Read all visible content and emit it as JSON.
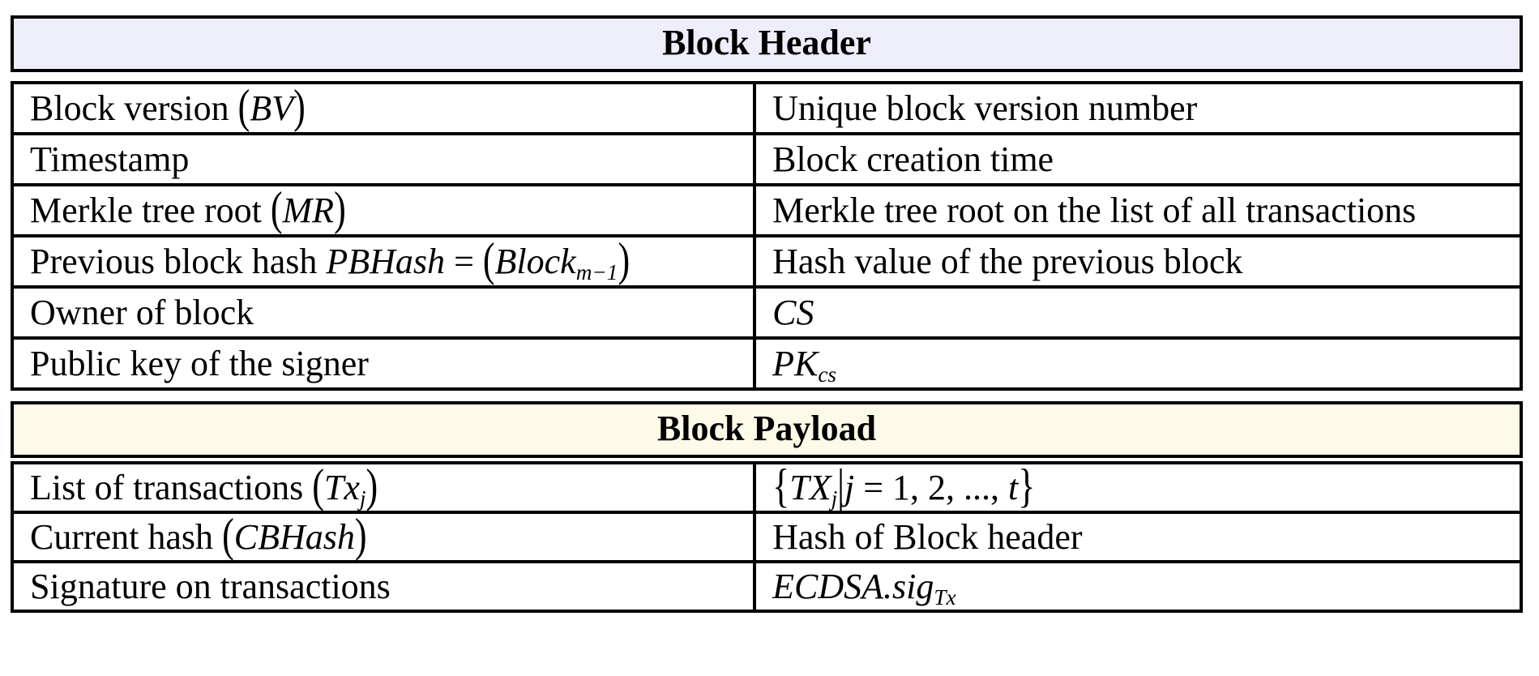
{
  "colors": {
    "header_band_bg": "#EEEDFA",
    "payload_band_bg": "#FDFBE8",
    "border": "#000000",
    "text": "#000000",
    "page_bg": "#FFFFFF"
  },
  "sections": [
    {
      "title": "Block Header",
      "rows": [
        {
          "field": [
            {
              "t": "Block version ",
              "s": "p"
            },
            {
              "t": "(",
              "s": "par"
            },
            {
              "t": "BV",
              "s": "i"
            },
            {
              "t": ")",
              "s": "par"
            }
          ],
          "desc": [
            {
              "t": "Unique block version number",
              "s": "p"
            }
          ]
        },
        {
          "field": [
            {
              "t": "Timestamp",
              "s": "p"
            }
          ],
          "desc": [
            {
              "t": "Block creation time",
              "s": "p"
            }
          ]
        },
        {
          "field": [
            {
              "t": "Merkle tree root ",
              "s": "p"
            },
            {
              "t": "(",
              "s": "par"
            },
            {
              "t": "MR",
              "s": "i"
            },
            {
              "t": ")",
              "s": "par"
            }
          ],
          "desc": [
            {
              "t": "Merkle tree root on the list of all transactions",
              "s": "p"
            }
          ]
        },
        {
          "field": [
            {
              "t": "Previous block hash ",
              "s": "p"
            },
            {
              "t": "PBHash",
              "s": "i"
            },
            {
              "t": " = ",
              "s": "p"
            },
            {
              "t": "(",
              "s": "par"
            },
            {
              "t": "Block",
              "s": "i"
            },
            {
              "t": "m−1",
              "s": "sub"
            },
            {
              "t": ")",
              "s": "par"
            }
          ],
          "desc": [
            {
              "t": "Hash value of the previous block",
              "s": "p"
            }
          ]
        },
        {
          "field": [
            {
              "t": "Owner of block",
              "s": "p"
            }
          ],
          "desc": [
            {
              "t": "CS",
              "s": "i"
            }
          ]
        },
        {
          "field": [
            {
              "t": "Public key of the signer",
              "s": "p"
            }
          ],
          "desc": [
            {
              "t": "PK",
              "s": "i"
            },
            {
              "t": "cs",
              "s": "sub"
            }
          ]
        }
      ]
    },
    {
      "title": "Block Payload",
      "rows": [
        {
          "field": [
            {
              "t": "List of transactions ",
              "s": "p"
            },
            {
              "t": "(",
              "s": "par"
            },
            {
              "t": "Tx",
              "s": "i"
            },
            {
              "t": "j",
              "s": "sub"
            },
            {
              "t": ")",
              "s": "par"
            }
          ],
          "desc": [
            {
              "t": "{",
              "s": "par"
            },
            {
              "t": "TX",
              "s": "i"
            },
            {
              "t": "j",
              "s": "sub"
            },
            {
              "t": "|",
              "s": "par"
            },
            {
              "t": "j",
              "s": "i"
            },
            {
              "t": " = 1, 2, ..., ",
              "s": "p"
            },
            {
              "t": "t",
              "s": "i"
            },
            {
              "t": "}",
              "s": "par"
            }
          ]
        },
        {
          "field": [
            {
              "t": "Current hash ",
              "s": "p"
            },
            {
              "t": "(",
              "s": "par"
            },
            {
              "t": "CBHash",
              "s": "i"
            },
            {
              "t": ")",
              "s": "par"
            }
          ],
          "desc": [
            {
              "t": "Hash of Block header",
              "s": "p"
            }
          ]
        },
        {
          "field": [
            {
              "t": "Signature on transactions",
              "s": "p"
            }
          ],
          "desc": [
            {
              "t": "ECDSA.sig",
              "s": "i"
            },
            {
              "t": "Tx",
              "s": "sub"
            }
          ]
        }
      ]
    }
  ]
}
